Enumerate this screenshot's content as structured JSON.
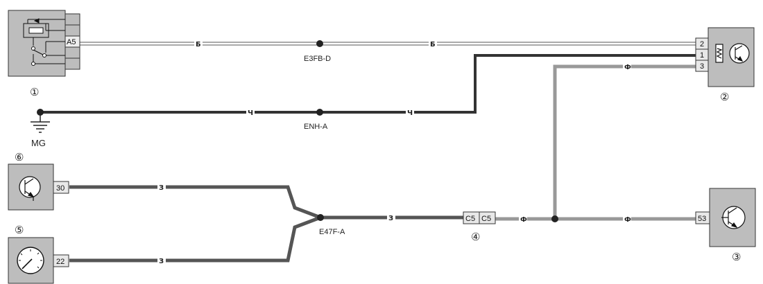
{
  "components": {
    "c1": {
      "number": "①",
      "pin": "A5"
    },
    "c2": {
      "number": "②",
      "pins": [
        "2",
        "1",
        "3"
      ]
    },
    "c3": {
      "number": "③",
      "pin": "53"
    },
    "c4": {
      "number": "④",
      "pins": [
        "C5",
        "C5"
      ]
    },
    "c5": {
      "number": "⑤",
      "pin": "22"
    },
    "c6": {
      "number": "⑥",
      "pin": "30"
    }
  },
  "ground": {
    "label": "MG"
  },
  "splices": {
    "e3fb": "E3FB-D",
    "enh": "ENH-A",
    "e47f": "E47F-A"
  },
  "wire_labels": {
    "w_b": "Б",
    "w_ch": "Ч",
    "w_f": "Ф",
    "w_z": "З"
  },
  "colors": {
    "wire_white": "#ffffff",
    "wire_black": "#333333",
    "wire_grey": "#aaaaaa",
    "wire_dark": "#444444",
    "component_fill": "#bdbdbd",
    "outline": "#333333"
  }
}
